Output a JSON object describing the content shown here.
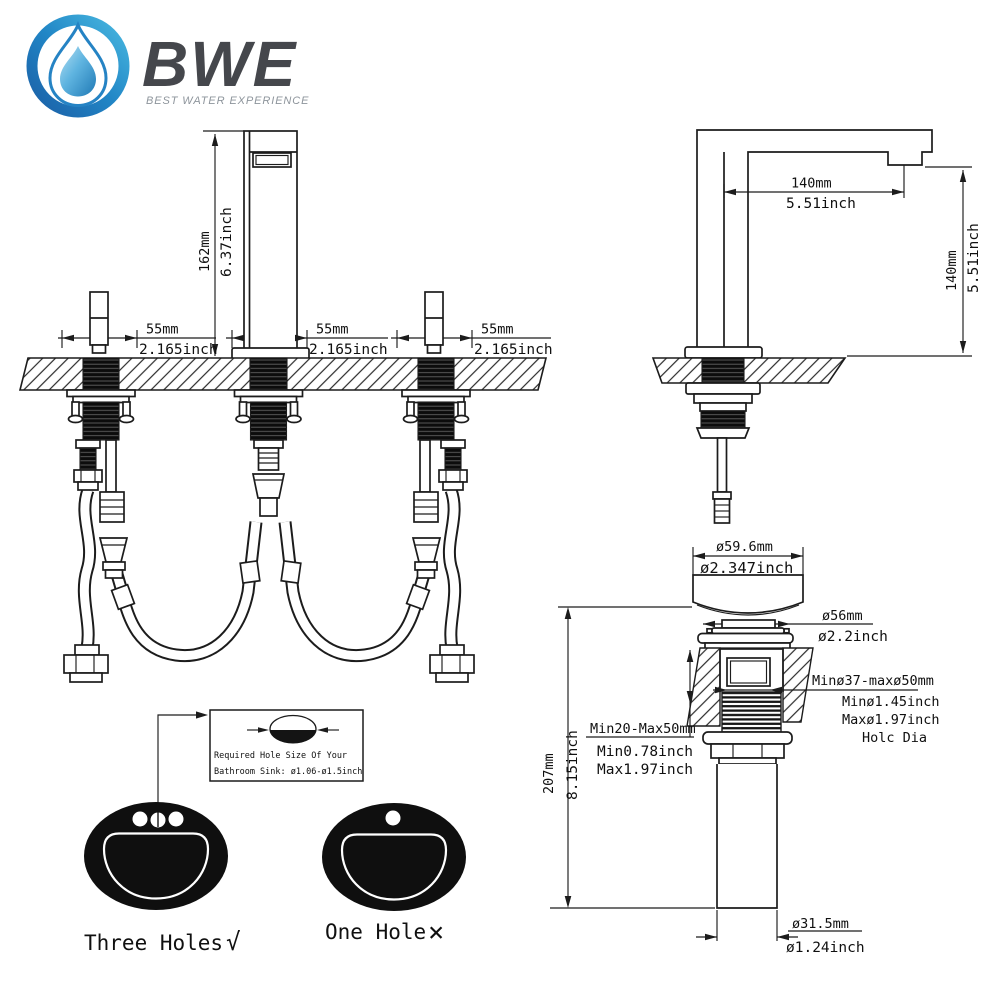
{
  "brand": {
    "name": "BWE",
    "tagline": "BEST WATER EXPERIENCE",
    "colors": {
      "ring_blue_dark": "#1b5fa6",
      "ring_blue_light": "#49b8e0",
      "drop_fill": "#5fb4e0",
      "wordmark_gray": "#45474c",
      "tagline_gray": "#8e959c",
      "line_color": "#1c1c1c"
    }
  },
  "front_view": {
    "height": {
      "mm": "162mm",
      "inch": "6.37inch"
    },
    "spacings": [
      {
        "mm": "55mm",
        "inch": "2.165inch"
      },
      {
        "mm": "55mm",
        "inch": "2.165inch"
      },
      {
        "mm": "55mm",
        "inch": "2.165inch"
      }
    ]
  },
  "side_view": {
    "reach": {
      "mm": "140mm",
      "inch": "5.51inch"
    },
    "height": {
      "mm": "140mm",
      "inch": "5.51inch"
    }
  },
  "drain": {
    "top_diameter": {
      "mm": "ø59.6mm",
      "inch": "ø2.347inch"
    },
    "cap_diameter": {
      "mm": "ø56mm",
      "inch": "ø2.2inch"
    },
    "hole_diameter": {
      "line1": "Minø37-maxø50mm",
      "line2": "Minø1.45inch",
      "line3": "Maxø1.97inch",
      "line4": "Holc Dia"
    },
    "deck_thickness": {
      "line1": "Min20-Max50mm",
      "line2": "Min0.78inch",
      "line3": "Max1.97inch"
    },
    "overall_height": {
      "mm": "207mm",
      "inch": "8.15inch"
    },
    "tail_diameter": {
      "mm": "ø31.5mm",
      "inch": "ø1.24inch"
    }
  },
  "note_box": {
    "line1": "Required Hole Size Of Your",
    "line2": "Bathroom Sink: ø1.06-ø1.5inch"
  },
  "sink_options": [
    {
      "label": "Three Holes",
      "mark": "√",
      "supported": true
    },
    {
      "label": "One Hole",
      "mark": "×",
      "supported": false
    }
  ]
}
